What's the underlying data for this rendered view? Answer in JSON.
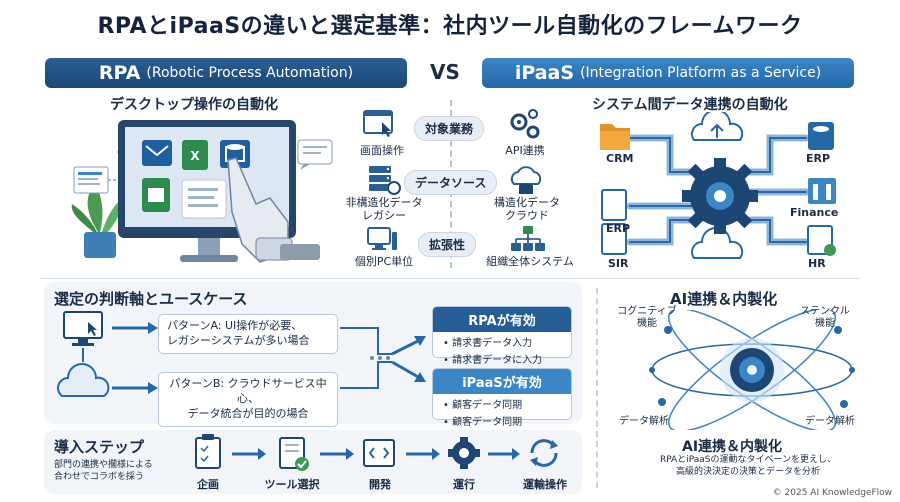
{
  "title": "RPAとiPaaSの違いと選定基準：社内ツール自動化のフレームワーク",
  "banners": {
    "rpa_bold": "RPA",
    "rpa_sub": "(Robotic Process Automation)",
    "vs": "VS",
    "ipaas_bold": "iPaaS",
    "ipaas_sub": "(Integration Platform as a Service)"
  },
  "rpa_side": {
    "heading": "デスクトップ操作の自動化"
  },
  "ipaas_side": {
    "heading": "システム間データ連携の自動化",
    "nodes": {
      "crm": "CRM",
      "erp_left": "ERP",
      "sir": "SIR",
      "erp_right": "ERP",
      "finance": "Finance",
      "hr": "HR"
    }
  },
  "comparison": {
    "categories": [
      "対象業務",
      "データソース",
      "拡張性"
    ],
    "rpa": [
      {
        "label": "画面操作",
        "icon": "window-cursor-icon"
      },
      {
        "label": "非構造化データ\nレガシー",
        "icon": "server-stack-icon"
      },
      {
        "label": "個別PC単位",
        "icon": "pc-icon"
      }
    ],
    "ipaas": [
      {
        "label": "API連携",
        "icon": "gears-icon"
      },
      {
        "label": "構造化データ\nクラウド",
        "icon": "cloud-database-icon"
      },
      {
        "label": "組織全体システム",
        "icon": "org-network-icon"
      }
    ]
  },
  "decision": {
    "heading": "選定の判断軸とユースケース",
    "pattern_a": "パターンA: UI操作が必要、\nレガシーシステムが多い場合",
    "pattern_b": "パターンB: クラウドサービス中心、\nデータ統合が目的の場合",
    "rpa_result": {
      "title": "RPAが有効",
      "items": [
        "• 請求書データ入力",
        "• 請求書データに入力"
      ]
    },
    "ipaas_result": {
      "title": "iPaaSが有効",
      "items": [
        "• 顧客データ同期",
        "• 顧客データ同期"
      ]
    }
  },
  "steps": {
    "heading": "導入ステップ",
    "desc": "部門の連携や擱様による\n合わせでコラボを採う",
    "items": [
      "企画",
      "ツール選択",
      "開発",
      "運行",
      "運輸操作"
    ]
  },
  "ai": {
    "heading": "AI連携＆内製化",
    "labels": [
      "コグニティブ\n機能",
      "ステンクル\n機能",
      "データ解析",
      "データ解析"
    ],
    "bottom_heading": "AI連携＆内製化",
    "desc": "RPAとiPaaSの運動なタイベーンを更えし、\n高級的決決定の決策とデータを分析"
  },
  "footer": "© 2025 AI KnowledgeFlow",
  "colors": {
    "navy": "#1c4674",
    "blue": "#2468a8",
    "light_blue": "#3a86c6",
    "green": "#3c9a55",
    "panel": "#f1f5f9"
  }
}
